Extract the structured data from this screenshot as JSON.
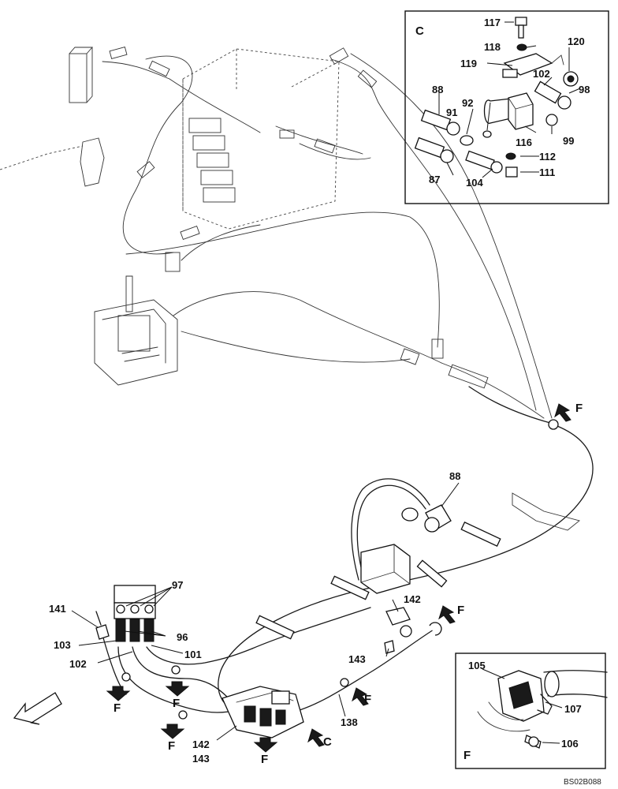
{
  "callouts": {
    "c117": "117",
    "c118": "118",
    "c119": "119",
    "c120": "120",
    "c102a": "102",
    "c98": "98",
    "c88a": "88",
    "c91": "91",
    "c92": "92",
    "c116": "116",
    "c99": "99",
    "c112": "112",
    "c87": "87",
    "c104": "104",
    "c111": "111",
    "c88b": "88",
    "c97": "97",
    "c141": "141",
    "c142a": "142",
    "c96": "96",
    "c103": "103",
    "c101": "101",
    "c102b": "102",
    "c143a": "143",
    "c142b": "142",
    "c143b": "143",
    "c138": "138",
    "c105": "105",
    "c107": "107",
    "c106": "106"
  },
  "view_letters": {
    "inset_c": "C",
    "inset_f": "F",
    "arrow_f1": "F",
    "arrow_f2": "F",
    "arrow_f3": "F",
    "arrow_f4": "F",
    "arrow_f5": "F",
    "arrow_f6": "F",
    "arrow_f7": "F",
    "arrow_c": "C"
  },
  "drawing_code": "BS02B088"
}
